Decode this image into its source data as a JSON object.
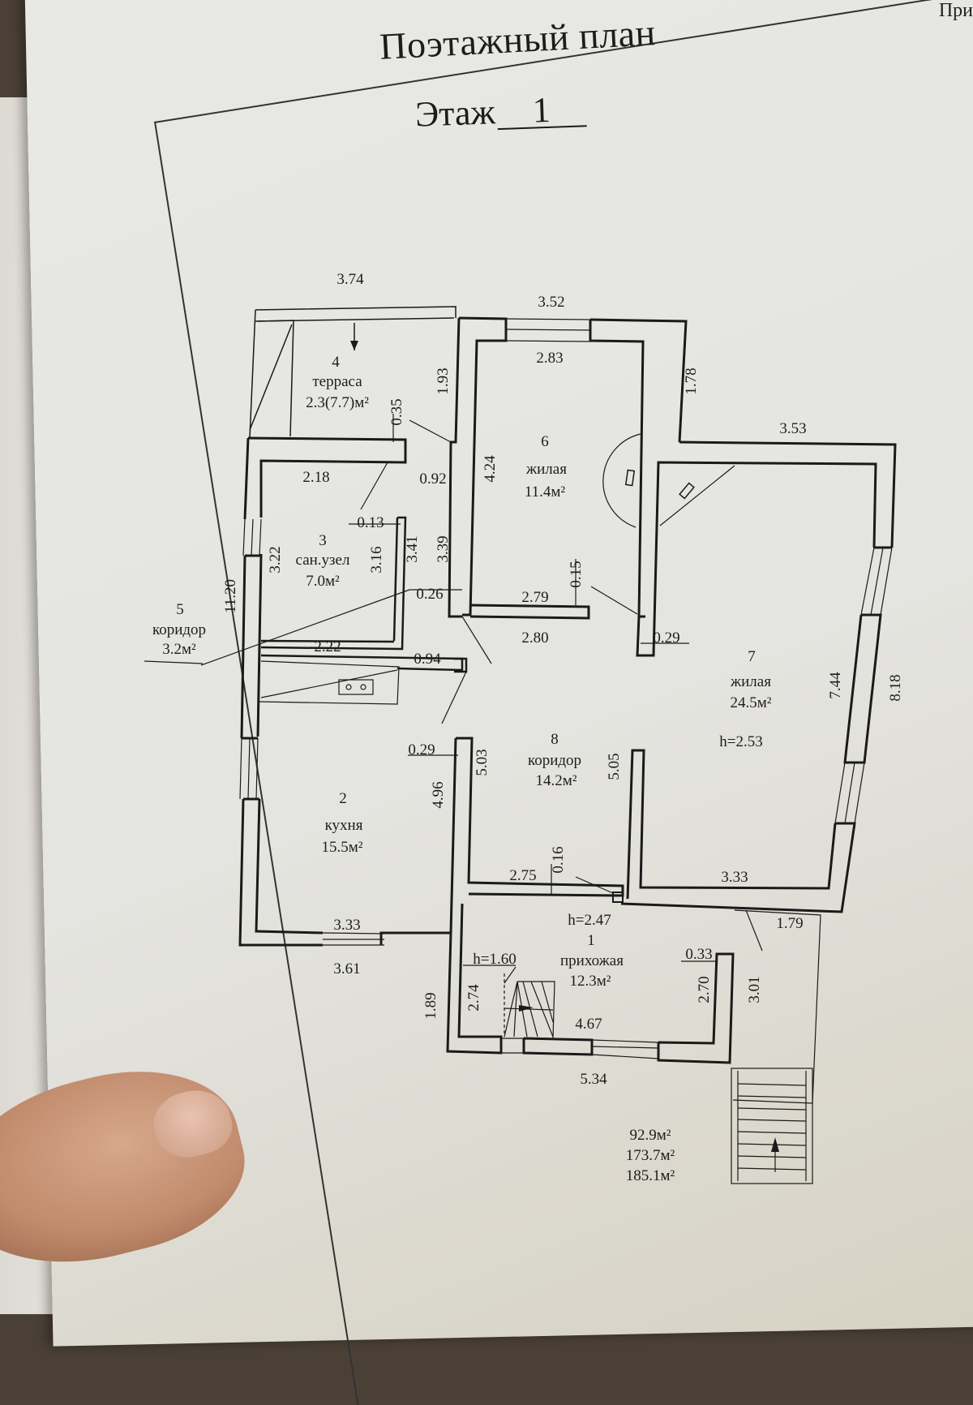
{
  "document": {
    "title": "Поэтажный план",
    "floor_label": "Этаж",
    "floor_number": "1",
    "corner_text": "При"
  },
  "rooms": [
    {
      "number": "1",
      "name": "прихожая",
      "area": "12.3м²",
      "height": "h=2.47"
    },
    {
      "number": "2",
      "name": "кухня",
      "area": "15.5м²"
    },
    {
      "number": "3",
      "name": "сан.узел",
      "area": "7.0м²"
    },
    {
      "number": "4",
      "name": "терраса",
      "area": "2.3(7.7)м²"
    },
    {
      "number": "5",
      "name": "коридор",
      "area": "3.2м²"
    },
    {
      "number": "6",
      "name": "жилая",
      "area": "11.4м²"
    },
    {
      "number": "7",
      "name": "жилая",
      "area": "24.5м²",
      "height": "h=2.53"
    },
    {
      "number": "8",
      "name": "коридор",
      "area": "14.2м²"
    }
  ],
  "stair_height": "h=1.60",
  "dimensions": {
    "terrace_width": "3.74",
    "terrace_side": "1.93",
    "terrace_wall": "0.35",
    "room6_outer_top": "3.52",
    "room6_inner_top": "2.83",
    "room6_side_outer": "1.78",
    "room6_height": "4.24",
    "room7_top": "3.53",
    "wc_top": "2.18",
    "wc_wall": "0.13",
    "wc_left": "3.22",
    "wc_right_inner": "3.16",
    "wc_right_outer": "3.41",
    "corridor5_right": "3.39",
    "wall_092": "0.92",
    "wall_026": "0.26",
    "room6_bottom_inner": "2.79",
    "wall_015": "0.15",
    "room6_bottom_outer": "2.80",
    "wall_029_top": "0.29",
    "wc_bottom": "2.22",
    "wall_094": "0.94",
    "overall_left": "11.20",
    "wall_029_left": "0.29",
    "kitchen_right_outer": "5.03",
    "kitchen_right_inner": "4.96",
    "corridor8_right": "5.05",
    "room7_inner_right": "7.44",
    "room7_outer_right": "8.18",
    "corridor8_bottom": "2.75",
    "wall_016": "0.16",
    "room7_bottom": "3.33",
    "outer_179": "1.79",
    "kitchen_bottom_inner": "3.33",
    "kitchen_bottom_outer": "3.61",
    "hall_left_outer": "1.89",
    "hall_left_inner": "2.74",
    "hall_inner_bottom": "4.67",
    "wall_033": "0.33",
    "hall_right_inner": "2.70",
    "hall_right_outer": "3.01",
    "hall_bottom": "5.34"
  },
  "totals": [
    "92.9м²",
    "173.7м²",
    "185.1м²"
  ]
}
